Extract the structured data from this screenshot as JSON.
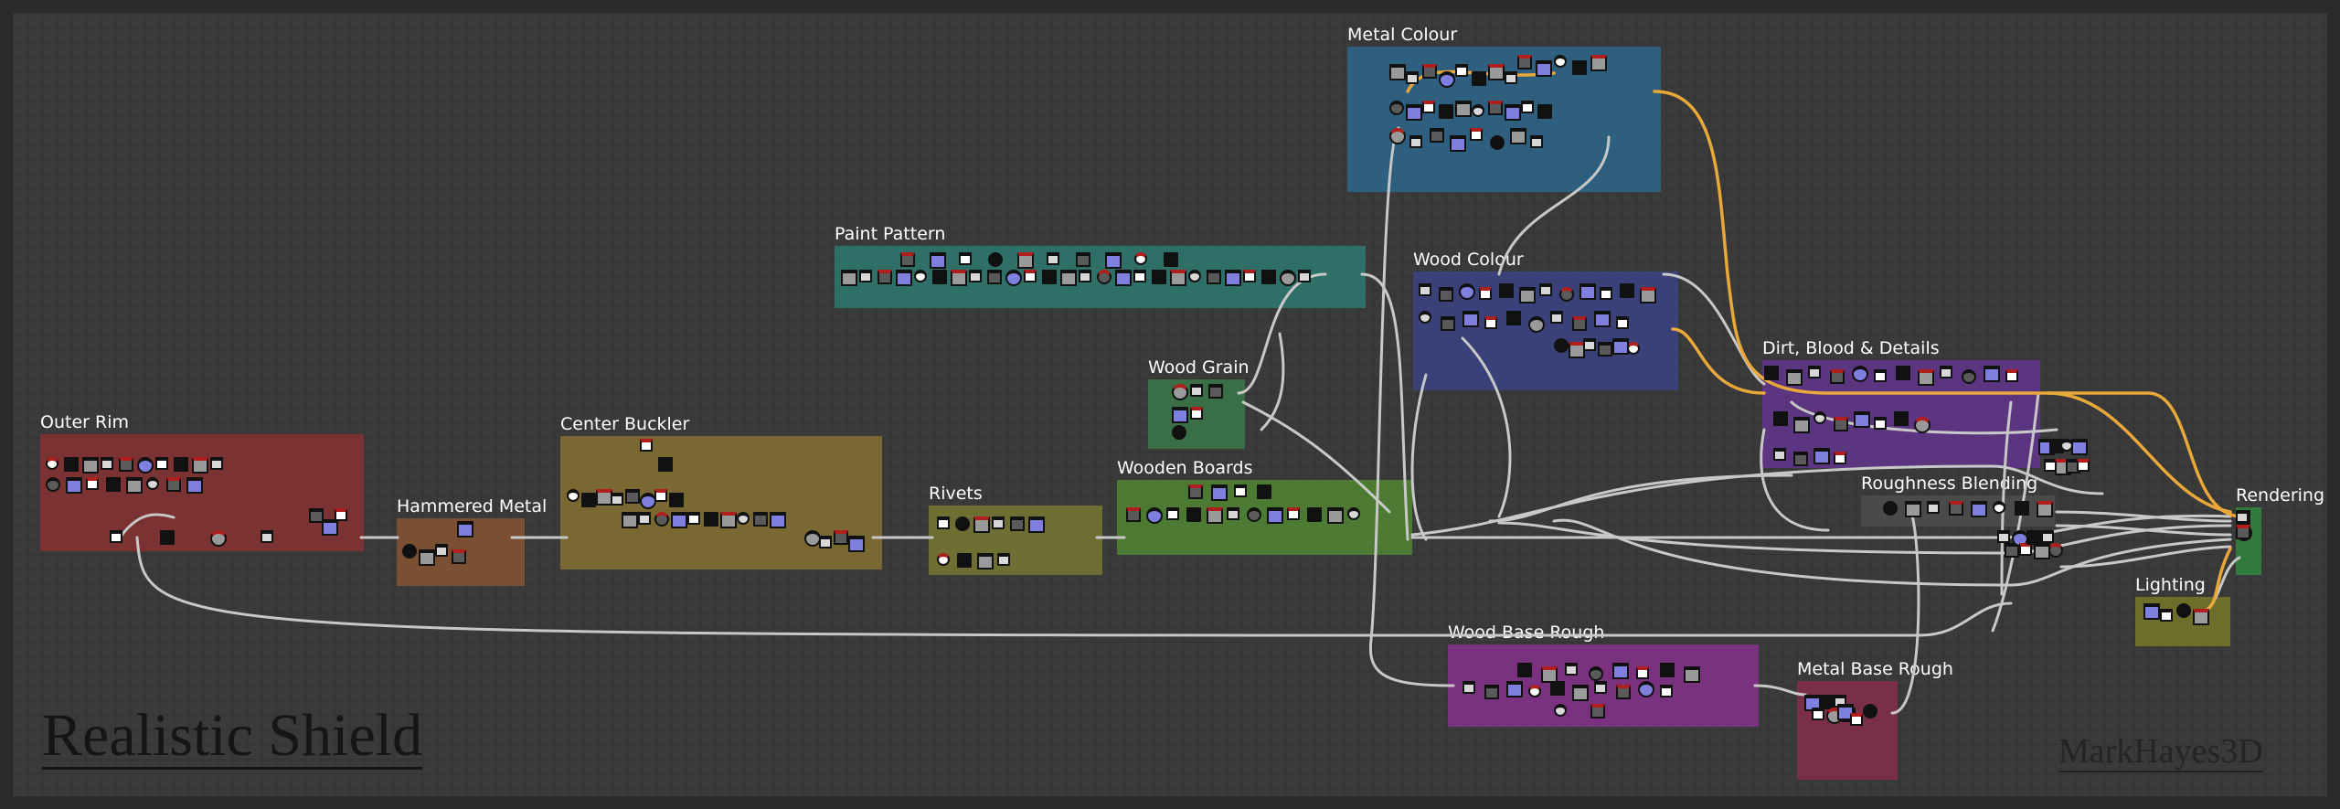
{
  "graph": {
    "title": "Realistic Shield",
    "author": "MarkHayes3D"
  },
  "frames": [
    {
      "id": "outer-rim",
      "title": "Outer Rim",
      "color": "#7a3232"
    },
    {
      "id": "hammered-metal",
      "title": "Hammered Metal",
      "color": "#7a4f32"
    },
    {
      "id": "center-buckler",
      "title": "Center Buckler",
      "color": "#7a6832"
    },
    {
      "id": "rivets",
      "title": "Rivets",
      "color": "#6e6e32"
    },
    {
      "id": "wooden-boards",
      "title": "Wooden Boards",
      "color": "#4c7a32"
    },
    {
      "id": "wood-grain",
      "title": "Wood Grain",
      "color": "#3a6e46"
    },
    {
      "id": "paint-pattern",
      "title": "Paint Pattern",
      "color": "#2e7068"
    },
    {
      "id": "metal-colour",
      "title": "Metal Colour",
      "color": "#2f5f7f"
    },
    {
      "id": "wood-colour",
      "title": "Wood Colour",
      "color": "#3a4078"
    },
    {
      "id": "dirt-blood-details",
      "title": "Dirt, Blood & Details",
      "color": "#5c3580"
    },
    {
      "id": "roughness-blending",
      "title": "Roughness  Blending",
      "color": "#4a4a4a"
    },
    {
      "id": "rendering",
      "title": "Rendering",
      "color": "#2f7a3c"
    },
    {
      "id": "lighting",
      "title": "Lighting",
      "color": "#6e6e2a"
    },
    {
      "id": "wood-base-rough",
      "title": "Wood Base Rough",
      "color": "#7a3280"
    },
    {
      "id": "metal-base-rough",
      "title": "Metal Base Rough",
      "color": "#7a2f48"
    }
  ],
  "colors": {
    "canvas": "#3a3a3a",
    "wire": "#c8c8c8",
    "wire_color": "#e8a83a",
    "node_border": "#111111",
    "node_header": "#b01e1e"
  }
}
